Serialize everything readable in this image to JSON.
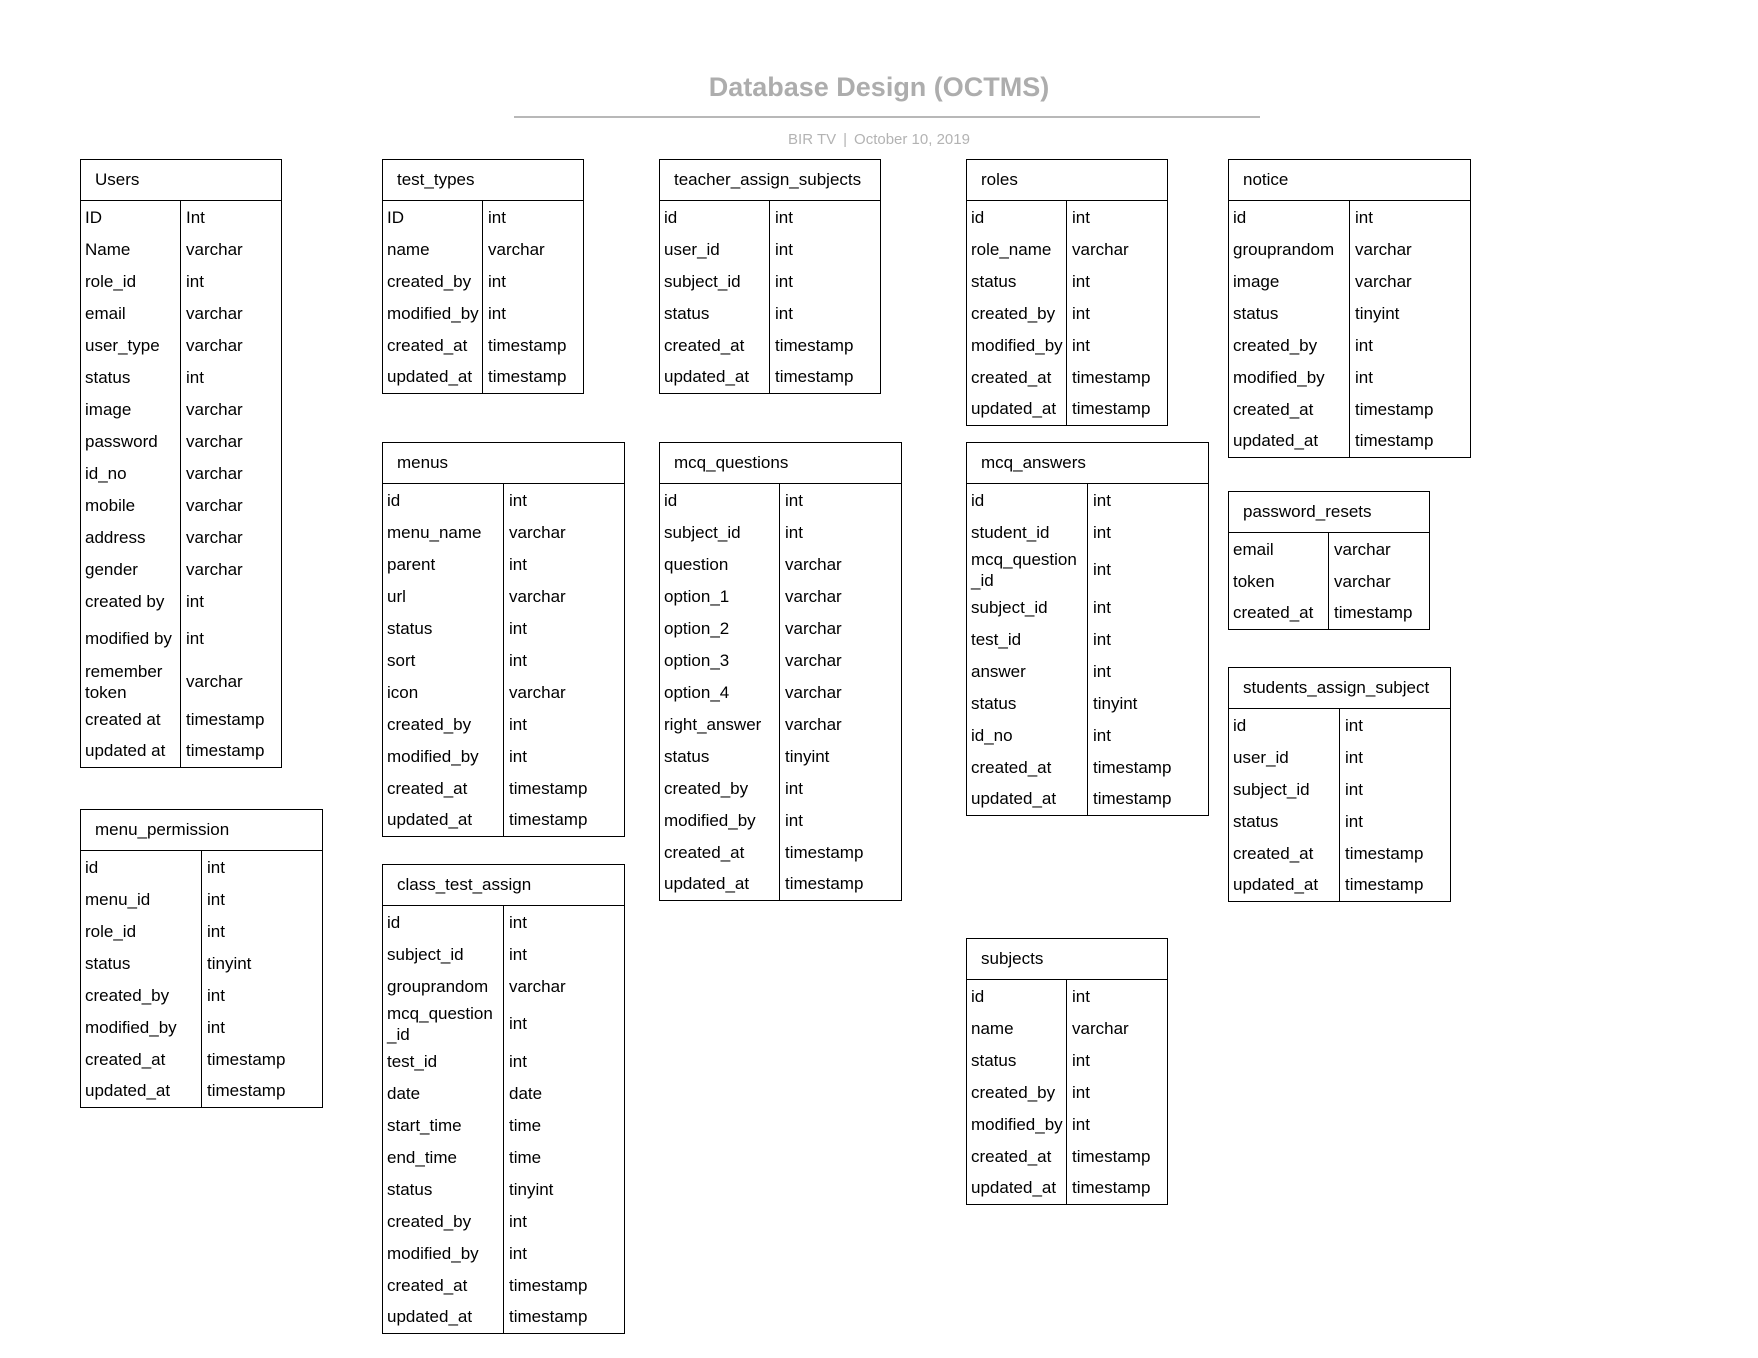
{
  "header": {
    "title": "Database Design (OCTMS)",
    "org": "BIR TV",
    "separator": "|",
    "date": "October 10, 2019"
  },
  "tables": {
    "users": {
      "name": "Users",
      "columns": [
        [
          "ID",
          "Int"
        ],
        [
          "Name",
          "varchar"
        ],
        [
          "role_id",
          "int"
        ],
        [
          "email",
          "varchar"
        ],
        [
          "user_type",
          "varchar"
        ],
        [
          "status",
          "int"
        ],
        [
          "image",
          "varchar"
        ],
        [
          "password",
          "varchar"
        ],
        [
          "id_no",
          "varchar"
        ],
        [
          "mobile",
          "varchar"
        ],
        [
          "address",
          "varchar"
        ],
        [
          "gender",
          "varchar"
        ],
        [
          "created by",
          "int"
        ],
        [
          "modified by",
          "int"
        ],
        [
          "remember token",
          "varchar"
        ],
        [
          "created at",
          "timestamp"
        ],
        [
          "updated at",
          "timestamp"
        ]
      ]
    },
    "menu_permission": {
      "name": "menu_permission",
      "columns": [
        [
          "id",
          "int"
        ],
        [
          "menu_id",
          "int"
        ],
        [
          "role_id",
          "int"
        ],
        [
          "status",
          "tinyint"
        ],
        [
          "created_by",
          "int"
        ],
        [
          "modified_by",
          "int"
        ],
        [
          "created_at",
          "timestamp"
        ],
        [
          "updated_at",
          "timestamp"
        ]
      ]
    },
    "test_types": {
      "name": "test_types",
      "columns": [
        [
          "ID",
          "int"
        ],
        [
          "name",
          "varchar"
        ],
        [
          "created_by",
          "int"
        ],
        [
          "modified_by",
          "int"
        ],
        [
          "created_at",
          "timestamp"
        ],
        [
          "updated_at",
          "timestamp"
        ]
      ]
    },
    "menus": {
      "name": "menus",
      "columns": [
        [
          "id",
          "int"
        ],
        [
          "menu_name",
          "varchar"
        ],
        [
          "parent",
          "int"
        ],
        [
          "url",
          "varchar"
        ],
        [
          "status",
          "int"
        ],
        [
          "sort",
          "int"
        ],
        [
          "icon",
          "varchar"
        ],
        [
          "created_by",
          "int"
        ],
        [
          "modified_by",
          "int"
        ],
        [
          "created_at",
          "timestamp"
        ],
        [
          "updated_at",
          "timestamp"
        ]
      ]
    },
    "class_test_assign": {
      "name": "class_test_assign",
      "columns": [
        [
          "id",
          "int"
        ],
        [
          "subject_id",
          "int"
        ],
        [
          "grouprandom",
          "varchar"
        ],
        [
          "mcq_question _id",
          "int"
        ],
        [
          "test_id",
          "int"
        ],
        [
          "date",
          "date"
        ],
        [
          "start_time",
          "time"
        ],
        [
          "end_time",
          "time"
        ],
        [
          "status",
          "tinyint"
        ],
        [
          "created_by",
          "int"
        ],
        [
          "modified_by",
          "int"
        ],
        [
          "created_at",
          "timestamp"
        ],
        [
          "updated_at",
          "timestamp"
        ]
      ]
    },
    "teacher_assign_subjects": {
      "name": "teacher_assign_subjects",
      "columns": [
        [
          "id",
          "int"
        ],
        [
          "user_id",
          "int"
        ],
        [
          "subject_id",
          "int"
        ],
        [
          "status",
          "int"
        ],
        [
          "created_at",
          "timestamp"
        ],
        [
          "updated_at",
          "timestamp"
        ]
      ]
    },
    "mcq_questions": {
      "name": "mcq_questions",
      "columns": [
        [
          "id",
          "int"
        ],
        [
          "subject_id",
          "int"
        ],
        [
          "question",
          "varchar"
        ],
        [
          "option_1",
          "varchar"
        ],
        [
          "option_2",
          "varchar"
        ],
        [
          "option_3",
          "varchar"
        ],
        [
          "option_4",
          "varchar"
        ],
        [
          "right_answer",
          "varchar"
        ],
        [
          "status",
          "tinyint"
        ],
        [
          "created_by",
          "int"
        ],
        [
          "modified_by",
          "int"
        ],
        [
          "created_at",
          "timestamp"
        ],
        [
          "updated_at",
          "timestamp"
        ]
      ]
    },
    "roles": {
      "name": "roles",
      "columns": [
        [
          "id",
          "int"
        ],
        [
          "role_name",
          "varchar"
        ],
        [
          "status",
          "int"
        ],
        [
          "created_by",
          "int"
        ],
        [
          "modified_by",
          "int"
        ],
        [
          "created_at",
          "timestamp"
        ],
        [
          "updated_at",
          "timestamp"
        ]
      ]
    },
    "mcq_answers": {
      "name": "mcq_answers",
      "columns": [
        [
          "id",
          "int"
        ],
        [
          "student_id",
          "int"
        ],
        [
          "mcq_question _id",
          "int"
        ],
        [
          "subject_id",
          "int"
        ],
        [
          "test_id",
          "int"
        ],
        [
          "answer",
          "int"
        ],
        [
          "status",
          "tinyint"
        ],
        [
          "id_no",
          "int"
        ],
        [
          "created_at",
          "timestamp"
        ],
        [
          "updated_at",
          "timestamp"
        ]
      ]
    },
    "subjects": {
      "name": "subjects",
      "columns": [
        [
          "id",
          "int"
        ],
        [
          "name",
          "varchar"
        ],
        [
          "status",
          "int"
        ],
        [
          "created_by",
          "int"
        ],
        [
          "modified_by",
          "int"
        ],
        [
          "created_at",
          "timestamp"
        ],
        [
          "updated_at",
          "timestamp"
        ]
      ]
    },
    "notice": {
      "name": "notice",
      "columns": [
        [
          "id",
          "int"
        ],
        [
          "grouprandom",
          "varchar"
        ],
        [
          "image",
          "varchar"
        ],
        [
          "status",
          "tinyint"
        ],
        [
          "created_by",
          "int"
        ],
        [
          "modified_by",
          "int"
        ],
        [
          "created_at",
          "timestamp"
        ],
        [
          "updated_at",
          "timestamp"
        ]
      ]
    },
    "password_resets": {
      "name": "password_resets",
      "columns": [
        [
          "email",
          "varchar"
        ],
        [
          "token",
          "varchar"
        ],
        [
          "created_at",
          "timestamp"
        ]
      ]
    },
    "students_assign_subject": {
      "name": "students_assign_subject",
      "columns": [
        [
          "id",
          "int"
        ],
        [
          "user_id",
          "int"
        ],
        [
          "subject_id",
          "int"
        ],
        [
          "status",
          "int"
        ],
        [
          "created_at",
          "timestamp"
        ],
        [
          "updated_at",
          "timestamp"
        ]
      ]
    }
  }
}
